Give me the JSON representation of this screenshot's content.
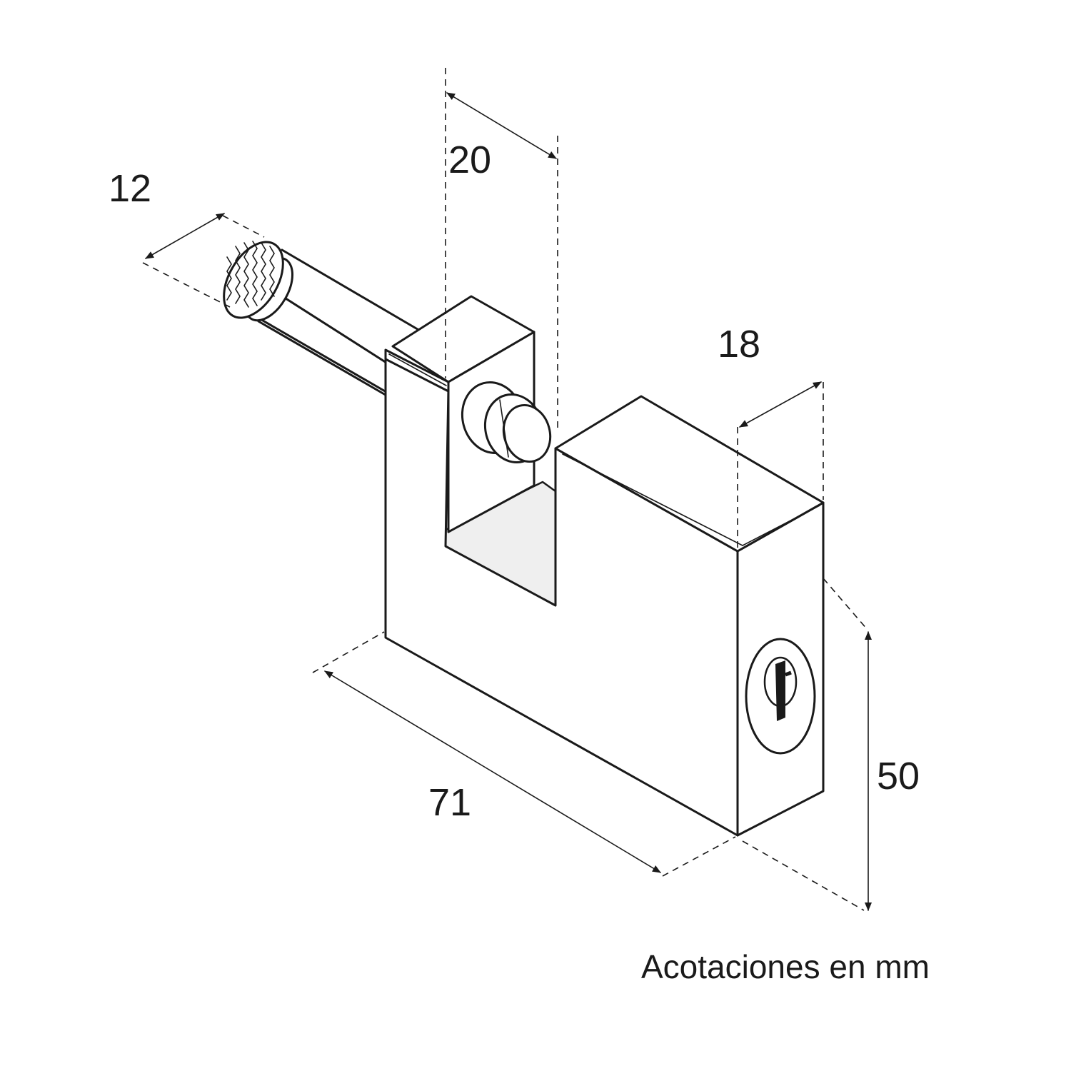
{
  "dimensions": {
    "shackle_diameter": "12",
    "shackle_width": "20",
    "body_depth": "18",
    "body_length": "71",
    "body_height": "50"
  },
  "note": "Acotaciones en mm",
  "colors": {
    "line": "#1a1a1a",
    "background": "#ffffff",
    "inner_face": "#efefef"
  }
}
